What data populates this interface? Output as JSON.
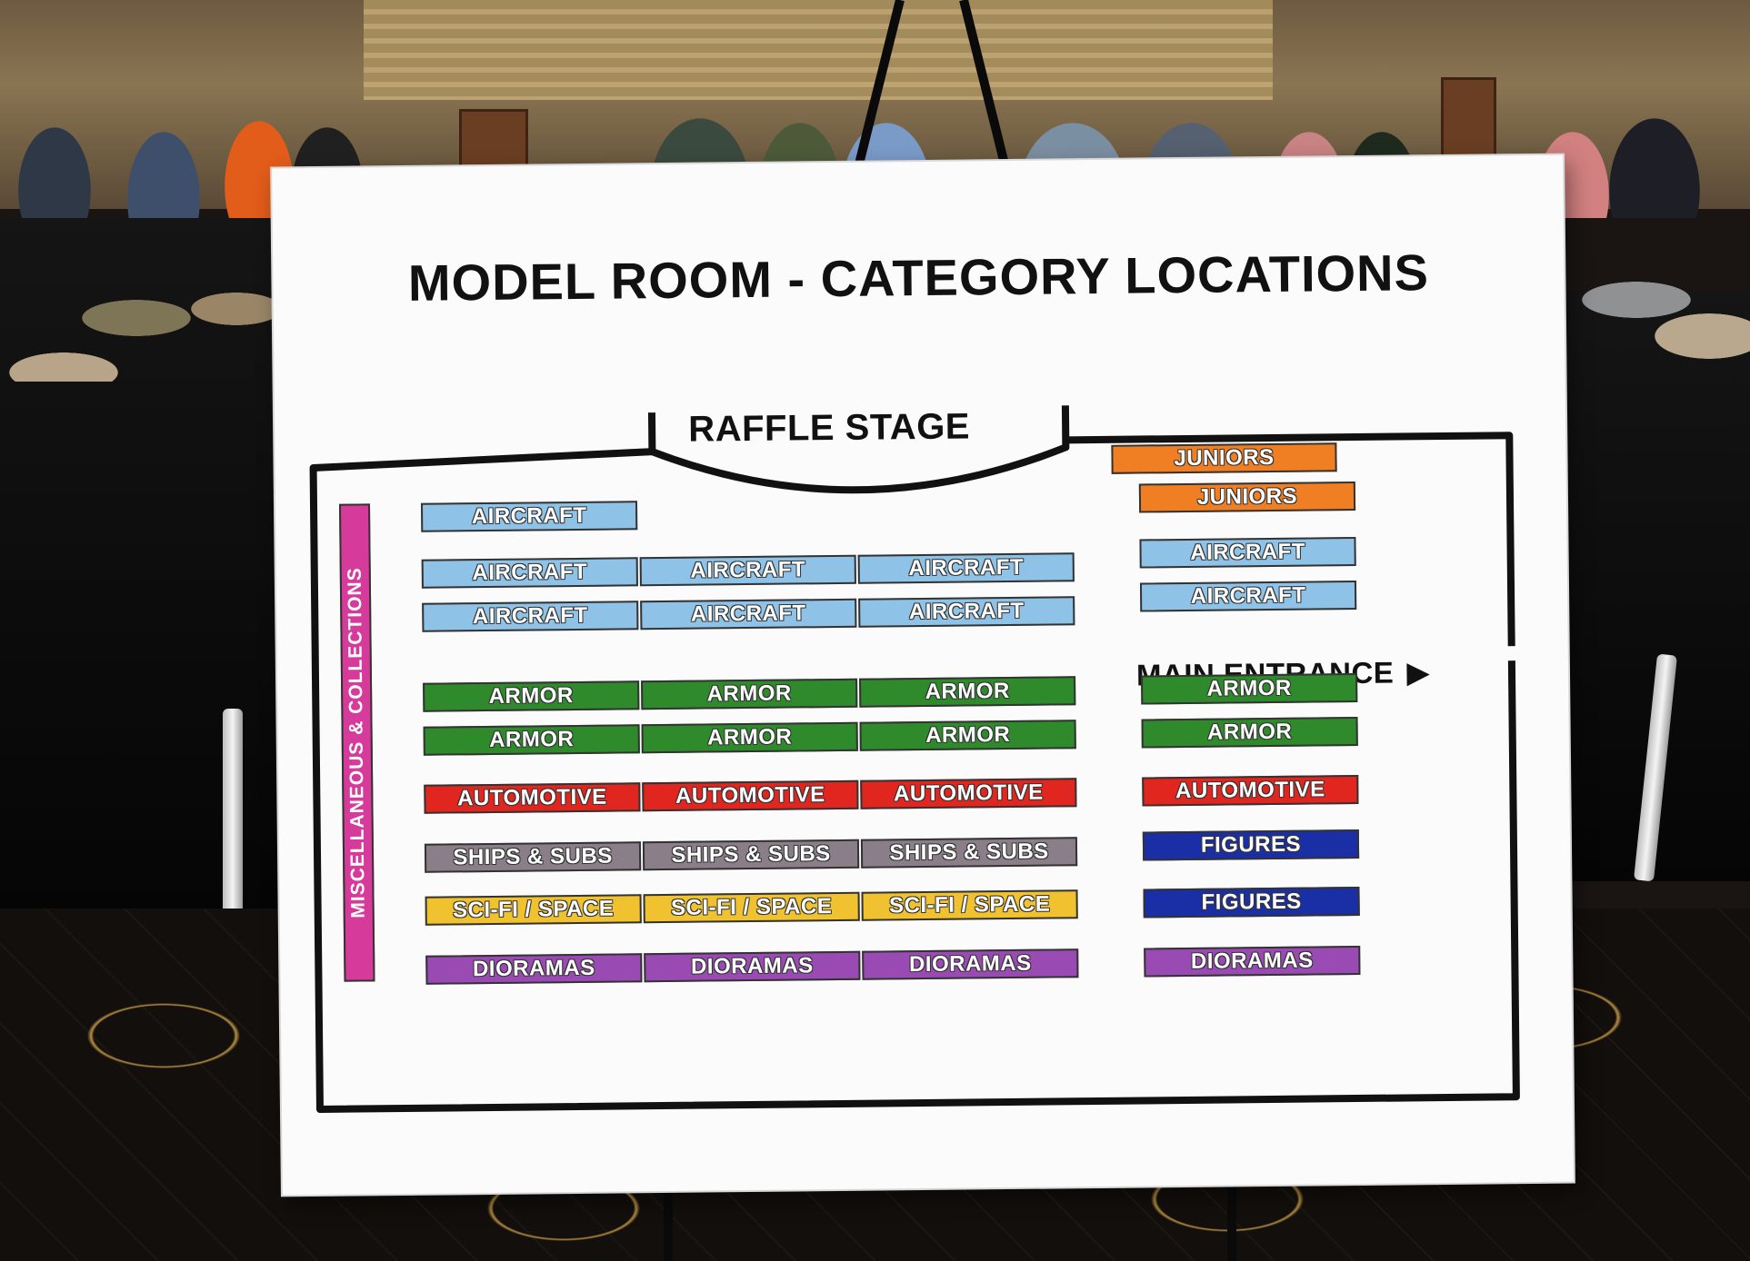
{
  "sign": {
    "title": "MODEL ROOM - CATEGORY LOCATIONS",
    "stage": "RAFFLE STAGE",
    "entrance": "MAIN ENTRANCE",
    "entrance_arrow": "▶",
    "side_label": "MISCELLANEOUS & COLLECTIONS"
  },
  "category_colors": {
    "juniors": "#f07f24",
    "aircraft": "#8ec2e6",
    "armor": "#2e8a2a",
    "automotive": "#e0261f",
    "ships": "#8a7f88",
    "scifi": "#f0c230",
    "dioramas": "#9a4ab3",
    "figures": "#1a2fa6",
    "misc": "#d63a9a"
  },
  "columns": [
    {
      "tables": [
        {
          "label": "AIRCRAFT",
          "type": "aircraft"
        },
        {
          "label": "AIRCRAFT",
          "type": "aircraft"
        },
        {
          "label": "AIRCRAFT",
          "type": "aircraft"
        },
        {
          "label": "ARMOR",
          "type": "armor"
        },
        {
          "label": "ARMOR",
          "type": "armor"
        },
        {
          "label": "AUTOMOTIVE",
          "type": "automotive"
        },
        {
          "label": "SHIPS & SUBS",
          "type": "ships"
        },
        {
          "label": "SCI-FI / SPACE",
          "type": "scifi"
        },
        {
          "label": "DIORAMAS",
          "type": "dioramas"
        }
      ]
    },
    {
      "tables": [
        {
          "label": "AIRCRAFT",
          "type": "aircraft"
        },
        {
          "label": "AIRCRAFT",
          "type": "aircraft"
        },
        {
          "label": "ARMOR",
          "type": "armor"
        },
        {
          "label": "ARMOR",
          "type": "armor"
        },
        {
          "label": "AUTOMOTIVE",
          "type": "automotive"
        },
        {
          "label": "SHIPS & SUBS",
          "type": "ships"
        },
        {
          "label": "SCI-FI / SPACE",
          "type": "scifi"
        },
        {
          "label": "DIORAMAS",
          "type": "dioramas"
        }
      ]
    },
    {
      "tables": [
        {
          "label": "AIRCRAFT",
          "type": "aircraft"
        },
        {
          "label": "AIRCRAFT",
          "type": "aircraft"
        },
        {
          "label": "ARMOR",
          "type": "armor"
        },
        {
          "label": "ARMOR",
          "type": "armor"
        },
        {
          "label": "AUTOMOTIVE",
          "type": "automotive"
        },
        {
          "label": "SHIPS & SUBS",
          "type": "ships"
        },
        {
          "label": "SCI-FI / SPACE",
          "type": "scifi"
        },
        {
          "label": "DIORAMAS",
          "type": "dioramas"
        }
      ]
    },
    {
      "tables": [
        {
          "label": "JUNIORS",
          "type": "juniors"
        },
        {
          "label": "JUNIORS",
          "type": "juniors"
        },
        {
          "label": "AIRCRAFT",
          "type": "aircraft"
        },
        {
          "label": "AIRCRAFT",
          "type": "aircraft"
        },
        {
          "label": "ARMOR",
          "type": "armor"
        },
        {
          "label": "ARMOR",
          "type": "armor"
        },
        {
          "label": "AUTOMOTIVE",
          "type": "automotive"
        },
        {
          "label": "FIGURES",
          "type": "figures"
        },
        {
          "label": "FIGURES",
          "type": "figures"
        },
        {
          "label": "DIORAMAS",
          "type": "dioramas"
        }
      ]
    }
  ]
}
